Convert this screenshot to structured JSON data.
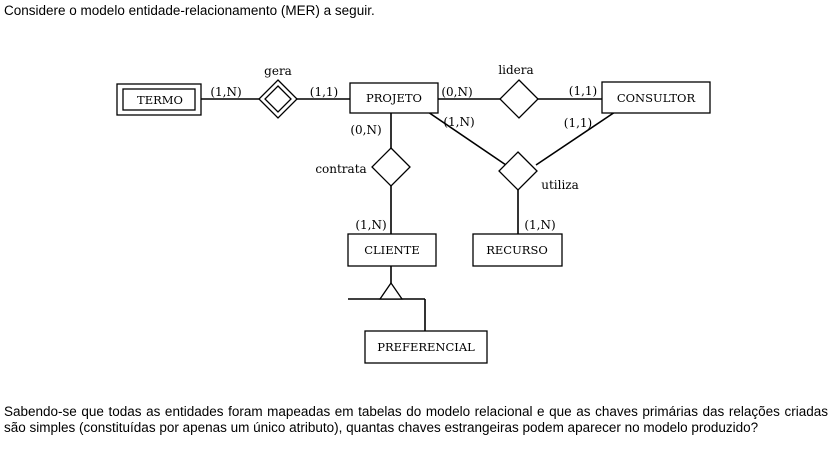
{
  "intro_text": "Considere o modelo entidade-relacionamento (MER) a seguir.",
  "diagram": {
    "entities": {
      "termo": "TERMO",
      "projeto": "PROJETO",
      "consultor": "CONSULTOR",
      "cliente": "CLIENTE",
      "recurso": "RECURSO",
      "preferencial": "PREFERENCIAL"
    },
    "relationships": {
      "gera": "gera",
      "lidera": "lidera",
      "contrata": "contrata",
      "utiliza": "utiliza"
    },
    "cardinalities": {
      "termo_gera": "(1,N)",
      "projeto_gera": "(1,1)",
      "projeto_lidera": "(0,N)",
      "consultor_lidera": "(1,1)",
      "projeto_contrata": "(0,N)",
      "projeto_utiliza": "(1,N)",
      "consultor_utiliza": "(1,1)",
      "cliente_contrata": "(1,N)",
      "recurso_utiliza": "(1,N)"
    }
  },
  "question_text": "Sabendo-se que todas as entidades foram mapeadas em tabelas do modelo relacional e que as chaves primárias das relações criadas são simples (constituídas por apenas um único atributo), quantas chaves estrangeiras podem aparecer no modelo produzido?"
}
